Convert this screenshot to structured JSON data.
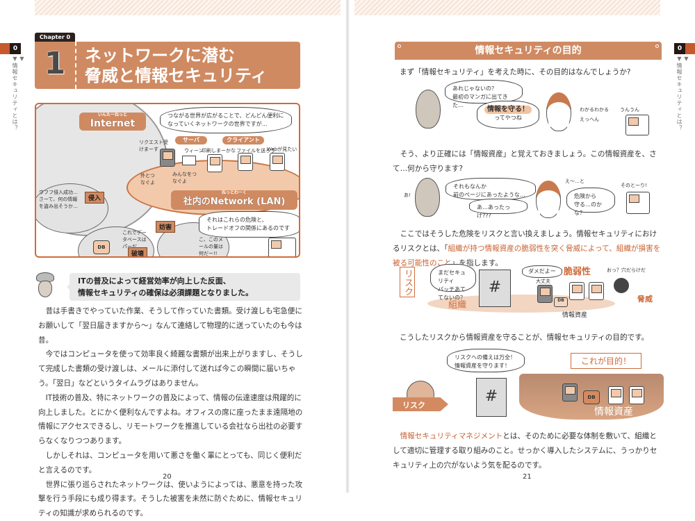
{
  "left_page": {
    "side_tab": {
      "number": "0",
      "label": "情報セキュリティとは？"
    },
    "chapter_label": "Chapter 0",
    "section_number": "1",
    "title_lines": [
      "ネットワークに潜む",
      "脅威と情報セキュリティ"
    ],
    "illustration": {
      "internet_ruby": "いんたーねっと",
      "internet": "Internet",
      "bubble_top": [
        "つながる世界が広がることで、どんどん便利に",
        "なっていくネットワークの世界ですが…"
      ],
      "server_tag": "サーバ",
      "client_tag": "クライアント",
      "request_note": "リクエスト受けまーす",
      "printer_note": "ウィーン",
      "print_note": "印刷しまーかな",
      "file_note": "ファイルを送ろう",
      "web_note": "Webが見たい",
      "router_note": "外とつなぐよ",
      "hub_note": "みんなをつなぐよ",
      "lan_ruby": "ねっとわーく",
      "lan": "社内のNetwork (LAN)",
      "intrusion_tag": "侵入",
      "intrusion_note": "ウフフ侵入成功…さーて、何の情報を盗み出そうか…",
      "destruction_tag": "破壊",
      "destruction_note": "これでデータベースはパーだ",
      "interference_tag": "妨害",
      "interference_note": "こ、このメールの量は何だー!!",
      "db": "DB",
      "bubble_bottom": [
        "それはこれらの危険と、",
        "トレードオフの関係にあるのです"
      ]
    },
    "summary": [
      "ITの普及によって経営効率が向上した反面、",
      "情報セキュリティの確保は必須課題となりました。"
    ],
    "paragraphs": [
      "昔は手書きでやっていた作業、そうして作っていた書類。受け渡しも宅急便にお願いして「翌日届きますから〜」なんて連絡して物理的に送っていたのも今は昔。",
      "今ではコンピュータを使って効率良く綺麗な書類が出来上がりますし、そうして完成した書類の受け渡しは、メールに添付して送れば今この瞬間に届いちゃう。「翌日」などというタイムラグはありません。",
      "IT技術の普及、特にネットワークの普及によって、情報の伝達速度は飛躍的に向上しました。とにかく便利なんですよね。オフィスの席に座ったまま遠隔地の情報にアクセスできるし、リモートワークを推進している会社なら出社の必要すらなくなりつつあります。",
      "しかしそれは、コンピュータを用いて悪さを働く輩にとっても、同じく便利だと言えるのです。",
      "世界に張り巡らされたネットワークは、使いようによっては、悪意を持った攻撃を行う手段にも成り得ます。そうした被害を未然に防ぐために、情報セキュリティの知識が求められるのです。"
    ],
    "page_number": "20"
  },
  "right_page": {
    "side_tab": {
      "number": "0",
      "label": "情報セキュリティとは？"
    },
    "section_heading": "情報セキュリティの目的",
    "p1": "まず「情報セキュリティ」を考えた時に、その目的はなんでしょうか?",
    "comic1": {
      "b1": [
        "あれじゃないの？",
        "最初のマンガに出てきた…"
      ],
      "b2": "情報を守る！",
      "b2b": "ってやつね",
      "n1": "わかるわかる",
      "n2": "えっへん",
      "n3": "うんうん"
    },
    "p2": "そう、より正確には「情報資産」と覚えておきましょう。この情報資産を、さて…何から守ります?",
    "comic2": {
      "a": "あ!",
      "b1": [
        "それもなんか",
        "前のページにあったような…"
      ],
      "b2": "あ…あったっけ???",
      "n1": "え〜…と",
      "b3": [
        "危険から",
        "守る…のかな？"
      ],
      "n2": "そのとーり!"
    },
    "p3_start": "ここではそうした危険をリスクと言い換えましょう。情報セキュリティにおけるリスクとは、",
    "p3_highlight": "組織が持つ情報資産の脆弱性を突く脅威によって、組織が損害を被る可能性のこと",
    "p3_end": "」を指します。",
    "risk_diagram": {
      "risk": "リスク",
      "bubble": [
        "まだセキュリティ",
        "パッチあててないの？"
      ],
      "dame": "ダメだよー",
      "vuln": "脆弱性",
      "ok": "大丈夫",
      "hole": "おっ？穴だらけだ",
      "threat": "脅威",
      "org": "組織",
      "asset": "情報資産",
      "db": "DB"
    },
    "p4": "こうしたリスクから情報資産を守ることが、情報セキュリティの目的です。",
    "goal_diagram": {
      "bubble": [
        "リスクへの備えは万全！",
        "情報資産を守ります！"
      ],
      "goal": "これが目的！",
      "risk": "リスク",
      "asset": "情報資産",
      "db": "DB"
    },
    "p5_highlight": "情報セキュリティマネジメント",
    "p5": "とは、そのために必要な体制を敷いて、組織として適切に管理する取り組みのこと。せっかく導入したシステムに、うっかりセキュリティ上の穴がないよう気を配るのです。",
    "page_number": "21"
  },
  "colors": {
    "accent": "#cf8a62",
    "highlight": "#c8602f",
    "tab": "#c65a2e",
    "dark": "#231815"
  }
}
